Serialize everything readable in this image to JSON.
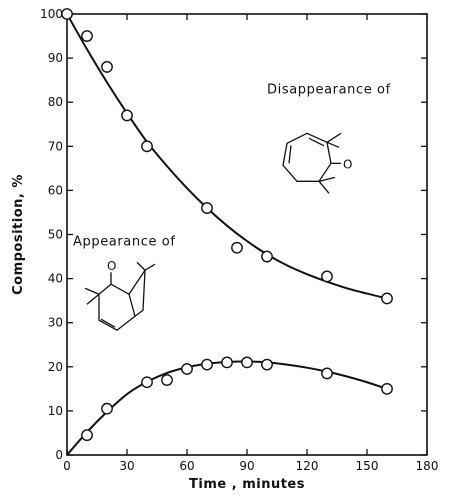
{
  "chart_data": {
    "type": "scatter",
    "xlabel": "Time , minutes",
    "ylabel": "Composition, %",
    "xlim": [
      0,
      180
    ],
    "ylim": [
      0,
      100
    ],
    "xticks": [
      0,
      30,
      60,
      90,
      120,
      150,
      180
    ],
    "xtick_labels": [
      "0",
      "30",
      "60",
      "90",
      "120",
      "150",
      "180"
    ],
    "yticks": [
      0,
      10,
      20,
      30,
      40,
      50,
      60,
      70,
      80,
      90,
      100
    ],
    "ytick_labels": [
      "0",
      "10",
      "20",
      "30",
      "40",
      "50",
      "60",
      "70",
      "80",
      "90",
      "100"
    ],
    "grid": false,
    "series": [
      {
        "x": [
          0,
          10,
          20,
          30,
          40,
          70,
          85,
          100,
          130,
          160
        ],
        "y": [
          100,
          95,
          88,
          77,
          70,
          56,
          47,
          45,
          40.5,
          35.5
        ],
        "fit_curve": {
          "x": [
            0,
            10,
            20,
            30,
            40,
            50,
            60,
            70,
            80,
            90,
            100,
            110,
            120,
            130,
            140,
            150,
            160
          ],
          "y": [
            100,
            92,
            84.5,
            77.5,
            71,
            65.5,
            60.5,
            56,
            52,
            48.5,
            45.5,
            43,
            41,
            39.3,
            37.8,
            36.6,
            35.5
          ]
        }
      },
      {
        "x": [
          10,
          20,
          40,
          50,
          60,
          70,
          80,
          90,
          100,
          130,
          160
        ],
        "y": [
          4.5,
          10.5,
          16.5,
          17,
          19.5,
          20.5,
          21,
          21,
          20.5,
          18.5,
          15
        ],
        "fit_curve": {
          "x": [
            0,
            10,
            20,
            30,
            40,
            50,
            60,
            70,
            80,
            90,
            100,
            110,
            120,
            130,
            140,
            150,
            160
          ],
          "y": [
            0,
            5.2,
            9.8,
            13.8,
            16.6,
            18.6,
            19.9,
            20.7,
            21.1,
            21.2,
            21.0,
            20.5,
            19.8,
            18.9,
            17.8,
            16.5,
            15.0
          ]
        }
      }
    ],
    "annotations": [
      {
        "text": "Disappearance of",
        "x": 100,
        "y": 82
      },
      {
        "text": "Appearance of",
        "x": 3,
        "y": 47.5
      }
    ],
    "structures": [
      {
        "name": "structure-icon",
        "x": 120,
        "y": 67.5
      },
      {
        "name": "structure-icon",
        "x": 27,
        "y": 36
      }
    ]
  }
}
